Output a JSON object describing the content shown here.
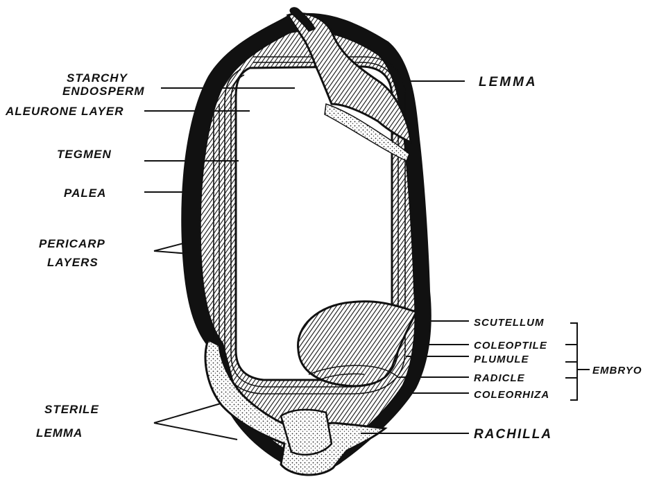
{
  "labels": {
    "starchy": "STARCHY",
    "endosperm": "ENDOSPERM",
    "aleurone_layer": "ALEURONE LAYER",
    "tegmen": "TEGMEN",
    "palea": "PALEA",
    "pericarp": "PERICARP",
    "layers": "LAYERS",
    "sterile": "STERILE",
    "lemma_lower": "LEMMA",
    "lemma": "LEMMA",
    "scutellum": "SCUTELLUM",
    "coleoptile": "COLEOPTILE",
    "plumule": "PLUMULE",
    "radicle": "RADICLE",
    "coleorhiza": "COLEORHIZA",
    "embryo": "EMBRYO",
    "rachilla": "RACHILLA"
  },
  "colors": {
    "ink": "#111111",
    "paper": "#ffffff",
    "stipple": "#e6e6e6"
  }
}
